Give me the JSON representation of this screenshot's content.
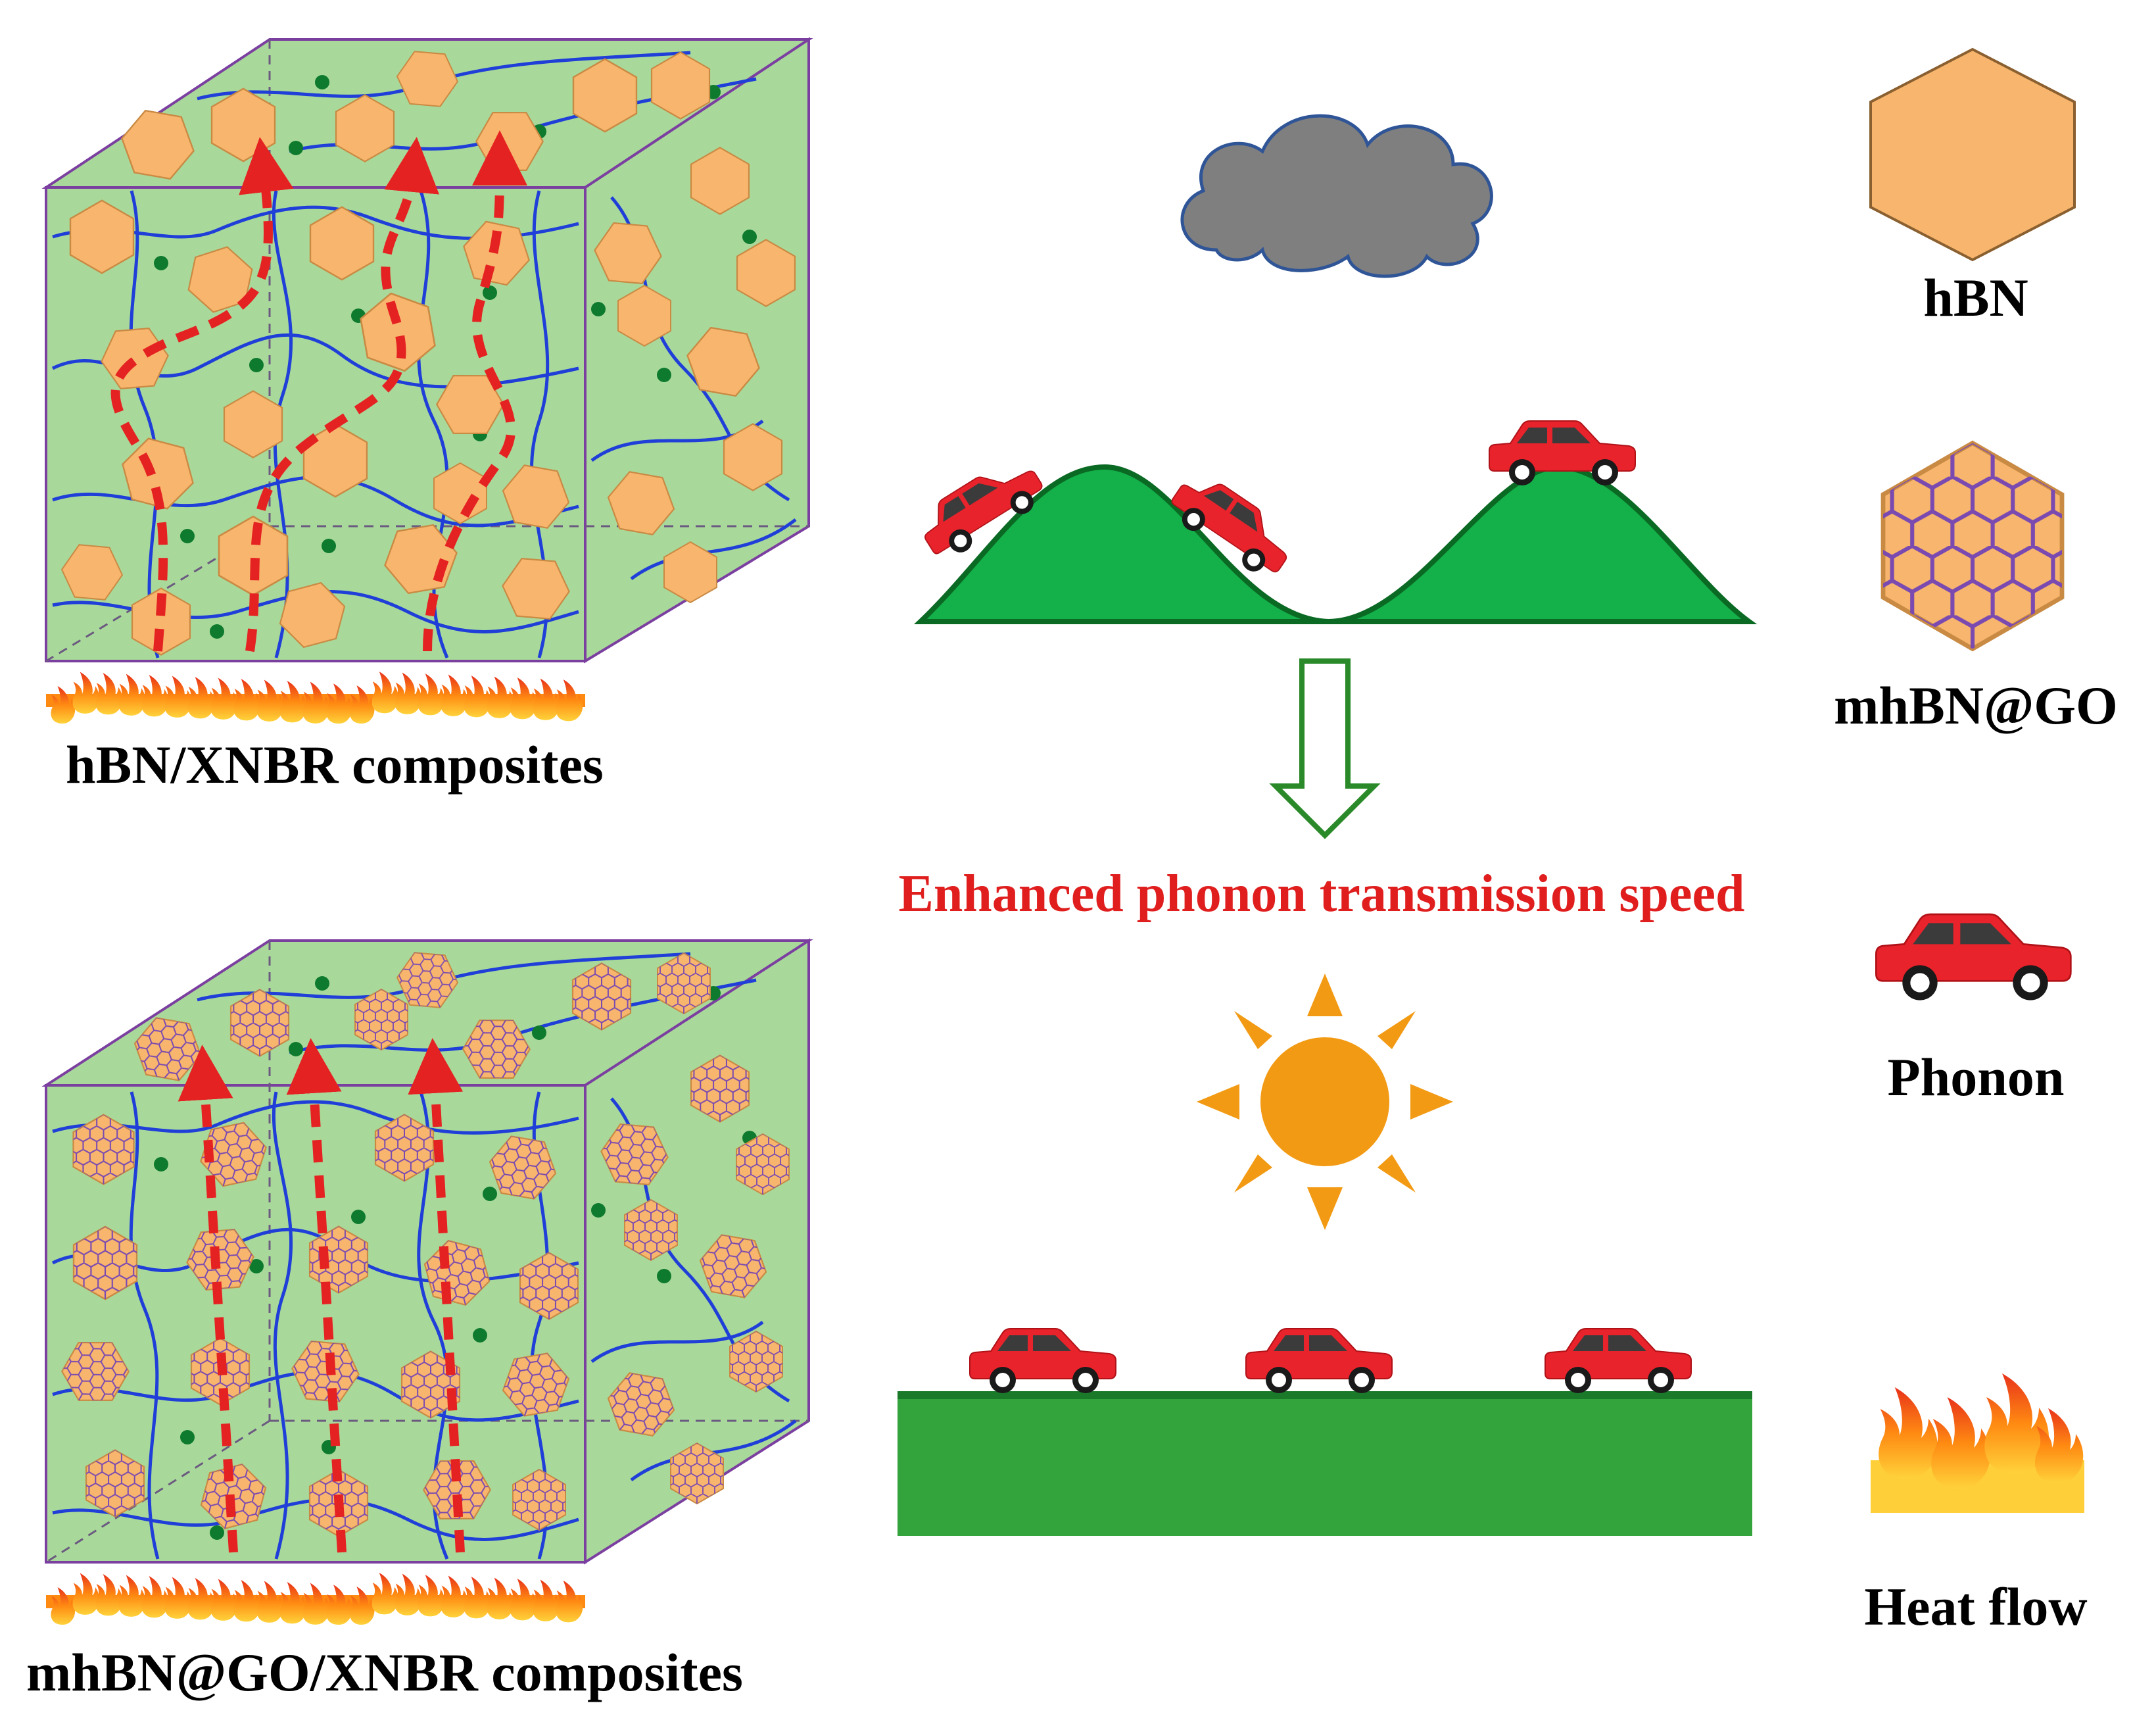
{
  "labels": {
    "top_composite": "hBN/XNBR composites",
    "bottom_composite": "mhBN@GO/XNBR composites",
    "enhanced": "Enhanced phonon transmission speed"
  },
  "legend": {
    "hbn": "hBN",
    "mhbn_go": "mhBN@GO",
    "phonon": "Phonon",
    "heat_flow": "Heat flow"
  },
  "colors": {
    "matrix": "#a9d99a",
    "cube_edge": "#7b3fa0",
    "chain": "#1f3fd8",
    "node": "#0e7a2e",
    "platelet": "#f8b56d",
    "platelet_edge": "#c98a44",
    "go_lattice": "#7a4ab0",
    "arrow": "#e52222",
    "hill": "#14b04a",
    "hill_edge": "#0a6a24",
    "road": "#33a43c",
    "cloud": "#7f7f7f",
    "cloud_edge": "#2f5597",
    "sun": "#f29a13",
    "car": "#e8232b",
    "down_arrow": "#2a8a2a",
    "emphasis_text": "#e01e1e"
  },
  "icons": {
    "cloud": "cloud-icon",
    "sun": "sun-icon",
    "car": "car-icon",
    "flame": "flame-icon",
    "hexagon": "hexagon-icon"
  }
}
